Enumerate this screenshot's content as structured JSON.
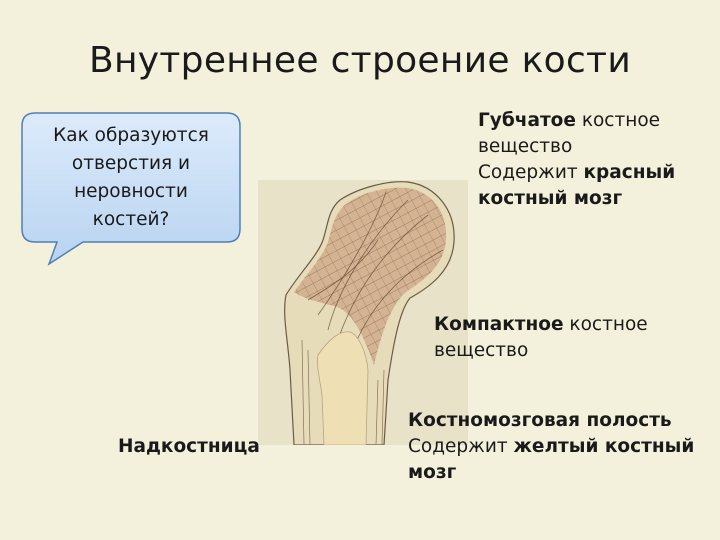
{
  "slide": {
    "title": "Внутреннее строение кости"
  },
  "bubble": {
    "lines": [
      "Как образуются",
      "отверстия и",
      "неровности",
      "костей?"
    ]
  },
  "labels": {
    "spongy": {
      "l1_bold": "Губчатое",
      "l1_rest": " костное",
      "l2": "вещество",
      "l3_plain": "Содержит ",
      "l3_bold": "красный",
      "l4_bold": "костный мозг"
    },
    "compact": {
      "l1_bold": "Компактное",
      "l1_rest": " костное",
      "l2": "вещество"
    },
    "marrow": {
      "l1_bold": "Костномозговая полость",
      "l2_plain": "Содержит ",
      "l2_bold": "желтый костный",
      "l3_bold": "мозг"
    },
    "periosteum": {
      "text": "Надкостница"
    }
  },
  "colors": {
    "background": "#f3f1dc",
    "bubble_fill": "#c9def5",
    "bubble_stroke": "#4f7fb5",
    "bone_spongy": "#d4b393",
    "bone_cortex": "#e6dcb9",
    "bone_marrow": "#efdfb4"
  }
}
